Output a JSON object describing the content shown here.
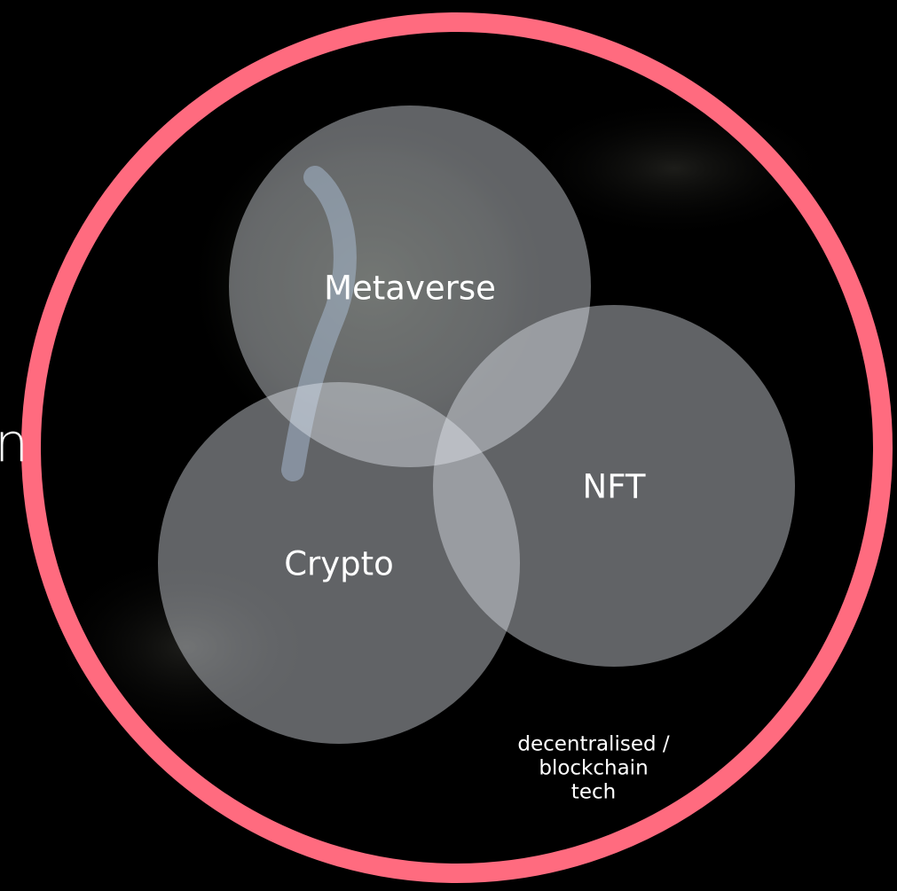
{
  "colors": {
    "background": "#000000",
    "ring": "#ff6b7f",
    "circle_fill": "#e6ecf2",
    "text": "#ffffff"
  },
  "diagram": {
    "type": "venn",
    "sets": [
      {
        "id": "metaverse",
        "label": "Metaverse"
      },
      {
        "id": "crypto",
        "label": "Crypto"
      },
      {
        "id": "nft",
        "label": "NFT"
      }
    ],
    "footnote_lines": [
      "decentralised /",
      "blockchain",
      "tech"
    ],
    "edge_text": "n"
  }
}
